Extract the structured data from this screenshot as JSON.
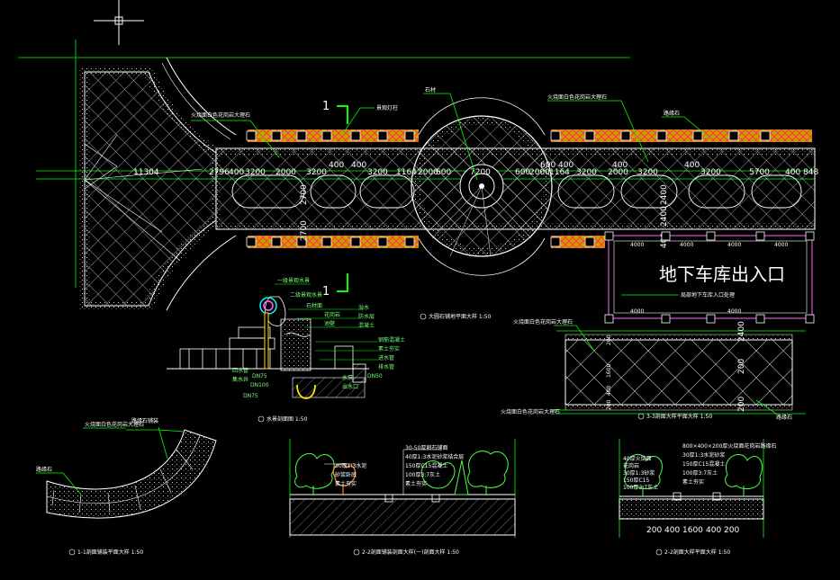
{
  "colors": {
    "background": "#000000",
    "linework": "#ffffff",
    "leader": "#00ff00",
    "hedge": "#ff3b3b",
    "hedge_fill": "#e0c000",
    "garage_outline": "#ff66ff",
    "trees": "#4cff4c",
    "shrub_accent": "#ff9a3c"
  },
  "plan": {
    "section_mark": "1",
    "dims_top_left": [
      "11304",
      "2796",
      "400",
      "3200",
      "2000",
      "3200",
      "400",
      "400",
      "3200",
      "1164",
      "2000",
      "600",
      "7200"
    ],
    "dims_top_right": [
      "600",
      "2000",
      "1164",
      "3200",
      "2000",
      "3200",
      "400",
      "3200",
      "5700",
      "400",
      "848"
    ],
    "dims_upper_right": [
      "600",
      "400",
      "400"
    ],
    "dims_vertical": [
      "2700",
      "2700",
      "2400",
      "2400",
      "400"
    ],
    "labels": {
      "mid_granite_left": "火烧面白色花岗岩大理石",
      "lamp_post": "景观灯柱",
      "flag_stone": "石材",
      "mid_granite_right": "火烧面白色花岗岩大理石",
      "kerb_stone": "路缘石"
    }
  },
  "garage": {
    "title": "地下车库出入口",
    "note": "局部地下车库入口处理",
    "dims": [
      "4000",
      "4000",
      "4000",
      "4000",
      "4000",
      "4000"
    ]
  },
  "paving_detail": {
    "label_top": "火烧面白色花岗岩大理石",
    "label_bottom": "火烧面白色花岗岩大理石",
    "label_right": "路缘石",
    "dims": [
      "200",
      "1600",
      "400",
      "200",
      "2400",
      "200",
      "200"
    ],
    "caption": "3-3剖面大样平面大样 1:50"
  },
  "fountain": {
    "labels": [
      "一级景观水景",
      "二级景观水景",
      "石材面",
      "花岗岩",
      "池壁",
      "溢水",
      "防水层",
      "混凝土",
      "钢筋混凝土",
      "素土夯实",
      "进水管",
      "排水管",
      "回水管",
      "集水井",
      "水泵",
      "出水口"
    ],
    "tags": [
      "DN75",
      "DN100",
      "DN50",
      "DN75"
    ],
    "caption": "水景剖面图 1:50",
    "plan_caption": "大圆石铺地平面大样 1:50"
  },
  "curved_path": {
    "labels": [
      "路缘石铺装",
      "火烧面白色花岗岩大理石",
      "路缘石"
    ],
    "caption": "1-1剖面铺装平面大样 1:50"
  },
  "section_a": {
    "layers": [
      "30-50厚卵石铺面",
      "40厚1:3水泥砂浆结合层",
      "150厚C15混凝土",
      "100厚3:7灰土",
      "素土夯实"
    ],
    "left_notes": [
      "30厚1:3水泥",
      "砂浆卧底",
      "素土夯实"
    ],
    "caption": "2-2剖面铺装剖面大样(一)剖面大样 1:50"
  },
  "section_b": {
    "layers": [
      "800×400×200厚火烧面花岗岩路缘石",
      "30厚1:3水泥砂浆",
      "150厚C15混凝土",
      "100厚3:7灰土",
      "素土夯实"
    ],
    "left_notes": [
      "40厚火烧面",
      "花岗岩",
      "30厚1:3砂浆",
      "150厚C15",
      "100厚3:7灰土"
    ],
    "dims": [
      "200",
      "400",
      "1600",
      "400",
      "200"
    ],
    "caption": "2-2剖面大样平面大样 1:50"
  }
}
